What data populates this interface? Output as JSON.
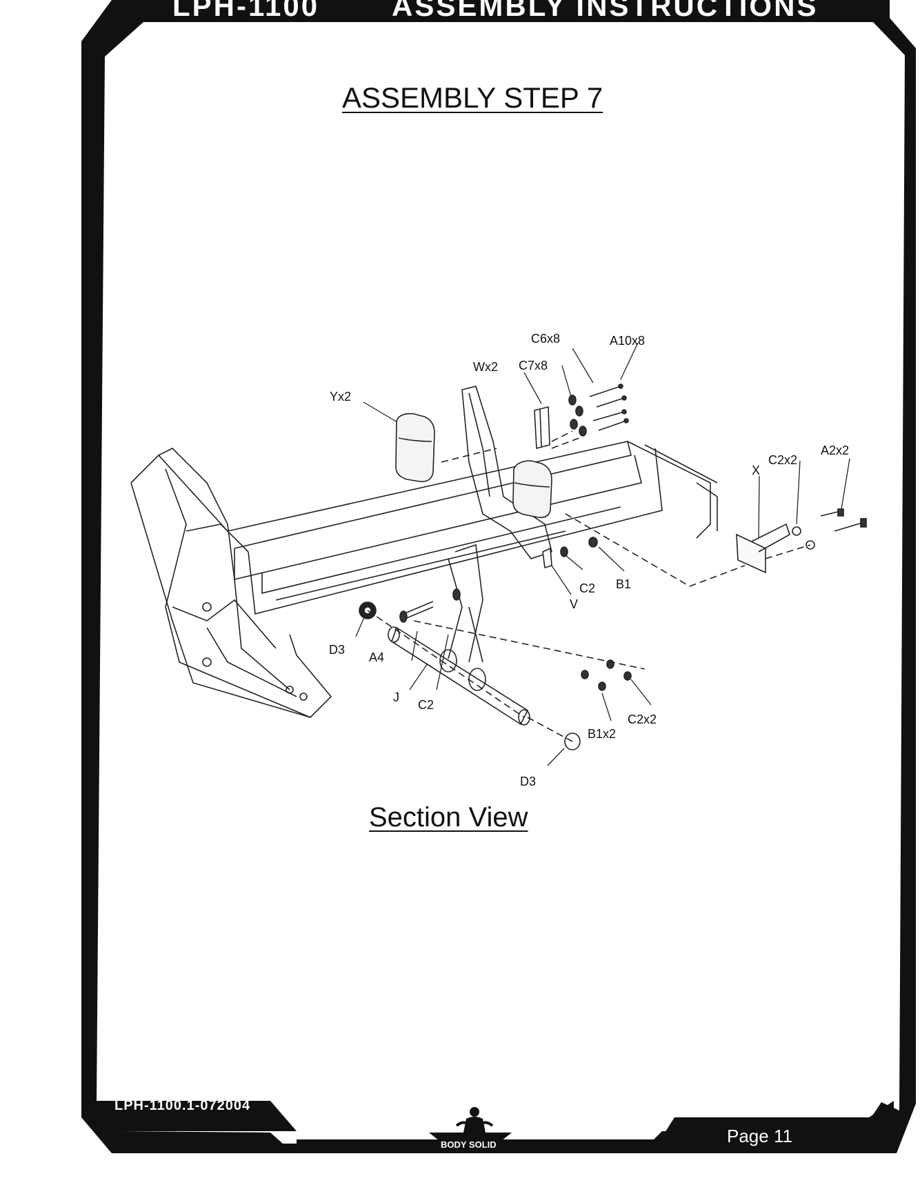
{
  "header": {
    "model": "LPH-1100",
    "title": "ASSEMBLY INSTRUCTIONS"
  },
  "step_title": "ASSEMBLY STEP 7",
  "section_title": "Section View",
  "part_labels": {
    "c6x8": "C6x8",
    "a10x8": "A10x8",
    "wx2": "Wx2",
    "c7x8": "C7x8",
    "yx2": "Yx2",
    "x": "X",
    "c2x2_top": "C2x2",
    "a2x2": "A2x2",
    "c2_right": "C2",
    "b1": "B1",
    "v": "V",
    "d3_left": "D3",
    "a4": "A4",
    "j": "J",
    "c2_bottom": "C2",
    "c2x2_bottom": "C2x2",
    "b1x2": "B1x2",
    "d3_bottom": "D3"
  },
  "footer": {
    "doc_code": "LPH-1100.1-072004",
    "brand": "BODY SOLID",
    "page": "Page 11"
  }
}
